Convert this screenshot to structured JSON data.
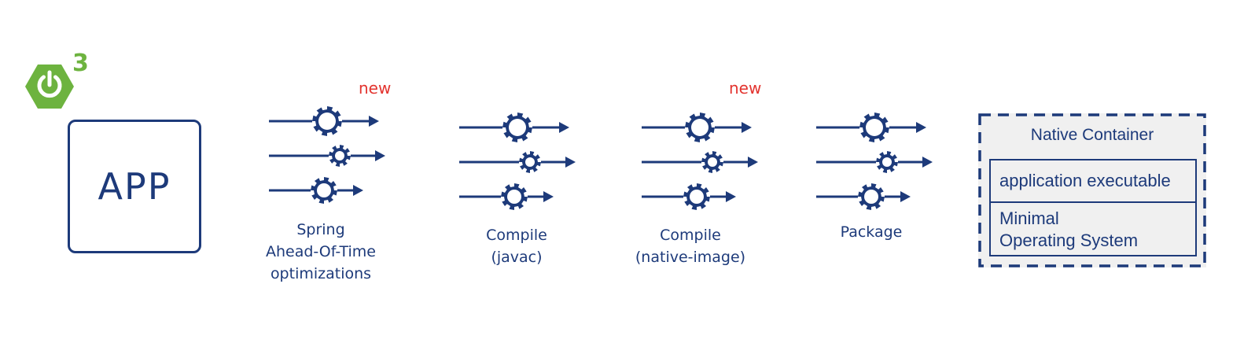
{
  "spring_badge": {
    "icon": "spring-power-icon",
    "version": "3",
    "color": "#6db33f"
  },
  "app_box": {
    "label": "APP"
  },
  "steps": [
    {
      "lines": [
        "Spring",
        "Ahead-Of-Time",
        "optimizations"
      ],
      "badge": "new"
    },
    {
      "lines": [
        "Compile",
        "(javac)"
      ],
      "badge": ""
    },
    {
      "lines": [
        "Compile",
        "(native-image)"
      ],
      "badge": "new"
    },
    {
      "lines": [
        "Package"
      ],
      "badge": ""
    }
  ],
  "native_container": {
    "title": "Native Container",
    "executable": "application executable",
    "os_line1": "Minimal",
    "os_line2": "Operating System"
  },
  "colors": {
    "primary": "#1d3a7a",
    "new_badge": "#e3342f",
    "spring_green": "#6db33f",
    "container_fill": "#f0f0f0"
  }
}
